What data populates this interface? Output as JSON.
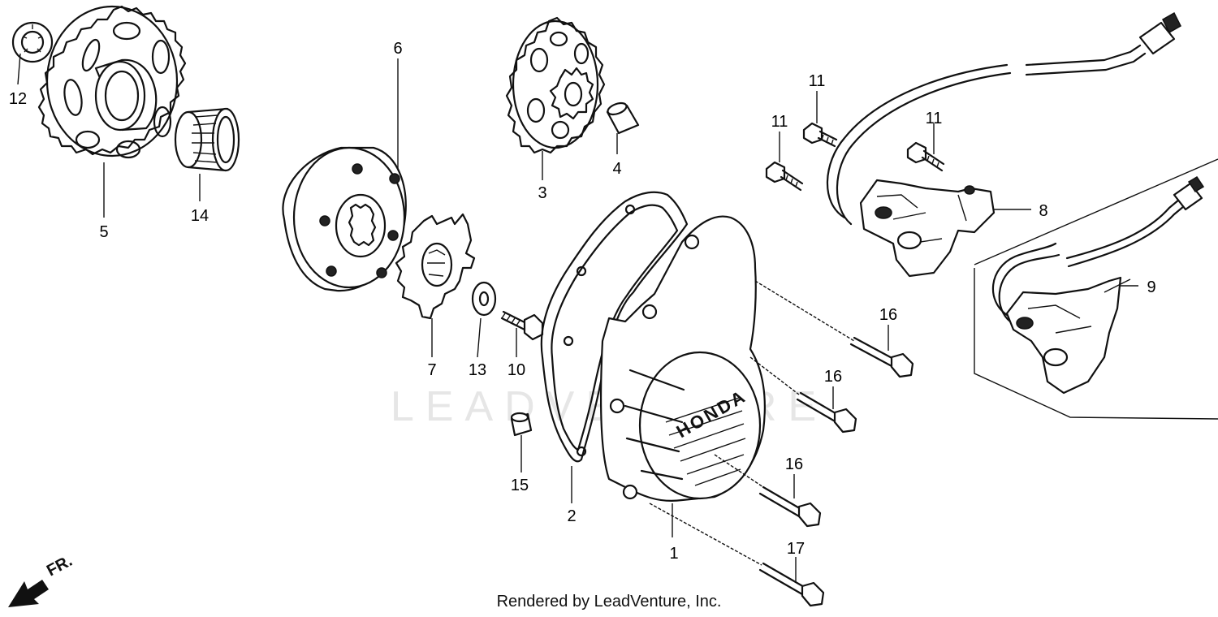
{
  "diagram": {
    "callouts": [
      {
        "id": "1",
        "text": "1"
      },
      {
        "id": "2",
        "text": "2"
      },
      {
        "id": "3",
        "text": "3"
      },
      {
        "id": "4",
        "text": "4"
      },
      {
        "id": "5",
        "text": "5"
      },
      {
        "id": "6",
        "text": "6"
      },
      {
        "id": "7",
        "text": "7"
      },
      {
        "id": "8",
        "text": "8"
      },
      {
        "id": "9",
        "text": "9"
      },
      {
        "id": "10",
        "text": "10"
      },
      {
        "id": "11a",
        "text": "11"
      },
      {
        "id": "11b",
        "text": "11"
      },
      {
        "id": "11c",
        "text": "11"
      },
      {
        "id": "12",
        "text": "12"
      },
      {
        "id": "13",
        "text": "13"
      },
      {
        "id": "14",
        "text": "14"
      },
      {
        "id": "15",
        "text": "15"
      },
      {
        "id": "16a",
        "text": "16"
      },
      {
        "id": "16b",
        "text": "16"
      },
      {
        "id": "16c",
        "text": "16"
      },
      {
        "id": "17",
        "text": "17"
      }
    ],
    "front_indicator": "FR.",
    "cover_emblem": "HONDA",
    "watermark": "LEADVENTURE",
    "credit": "Rendered by LeadVenture, Inc."
  }
}
